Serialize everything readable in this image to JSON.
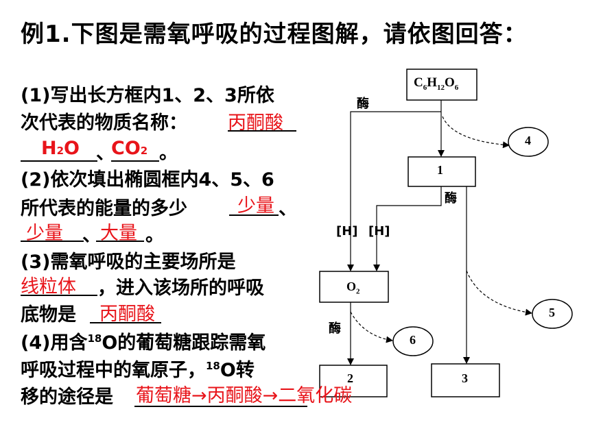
{
  "title": "例1.下图是需氧呼吸的过程图解，请依图回答：",
  "questions": {
    "q1_line1": "(1)写出长方框内1、2、3所依",
    "q1_line2": "次代表的物质名称：",
    "q1_sep": "、",
    "q1_end": "。",
    "q2_line1": "(2)依次填出椭圆框内4、5、6",
    "q2_line2": "所代表的能量的多少",
    "q2_sep1": "、",
    "q2_sep2": "、",
    "q2_end": "。",
    "q3_line1": "(3)需氧呼吸的主要场所是",
    "q3_line2": "，进入该场所的呼吸",
    "q3_line3": "底物是",
    "q4_line1a": "(4)用含",
    "q4_sup1": "18",
    "q4_line1b": "O的葡萄糖跟踪需氧",
    "q4_line2a": "呼吸过程中的氧原子，",
    "q4_sup2": "18",
    "q4_line2b": "O转",
    "q4_line3": "移的途径是"
  },
  "answers": {
    "a1": "丙酮酸",
    "a2_main": "H",
    "a2_sub": "2",
    "a2_tail": "O",
    "a3_main": "CO",
    "a3_sub": "2",
    "a4": "少量",
    "a5": "少量",
    "a6": "大量",
    "a7": "线粒体",
    "a8": "丙酮酸",
    "a9": "葡萄糖→丙酮酸→二氧化碳"
  },
  "diagram": {
    "glucose": "C6H12O6",
    "box1": "1",
    "box2": "2",
    "box3": "3",
    "oxygen": "O2",
    "ellipse4": "4",
    "ellipse5": "5",
    "ellipse6": "6",
    "enzyme1": "酶",
    "enzyme2": "酶",
    "enzyme3": "酶",
    "h1": "[H]",
    "h2": "[H]"
  },
  "colors": {
    "answer": "#e8141a",
    "text": "#000000"
  }
}
